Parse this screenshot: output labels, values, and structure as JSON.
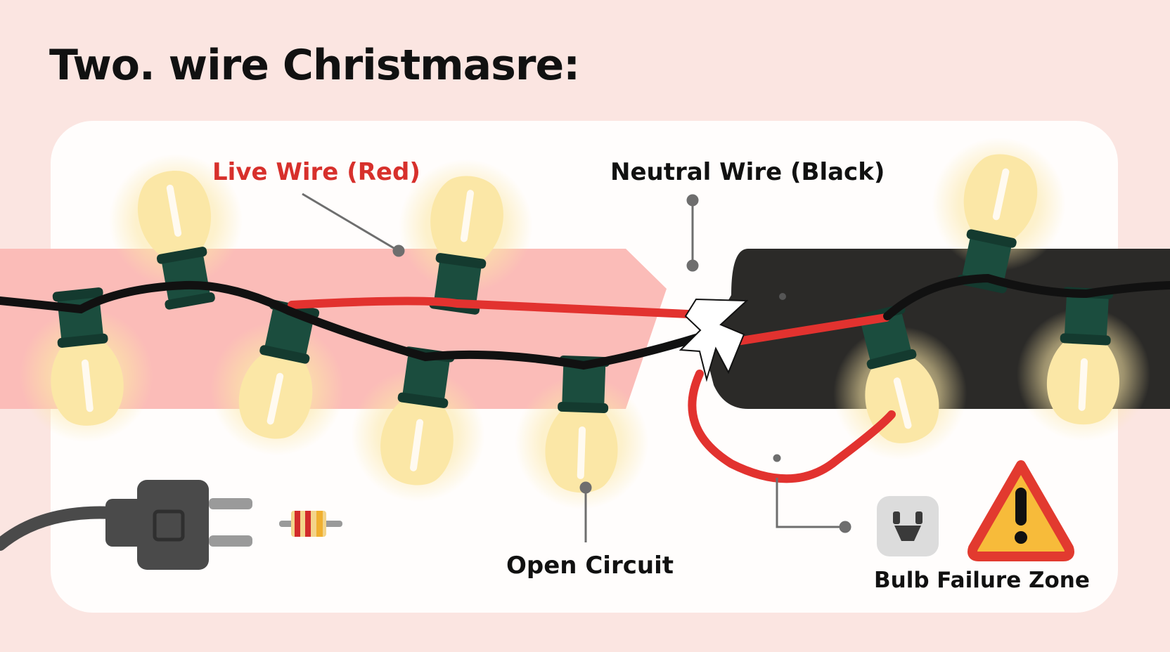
{
  "title": "Two. wire Christmasre:",
  "labels": {
    "live_wire": "Live Wire (Red)",
    "neutral_wire": "Neutral Wire (Black)",
    "open_circuit": "Open Circuit",
    "bulb_failure_zone": "Bulb Failure Zone"
  },
  "colors": {
    "background": "#fbe5e1",
    "panel": "#fffdfc",
    "live_band": "#fbbcb8",
    "neutral_band": "#2b2a28",
    "live_wire": "#e2322f",
    "neutral_wire": "#111111",
    "socket": "#1b4d3e",
    "bulb": "#fbe7a6",
    "warning_fill": "#f7bb3a",
    "warning_border": "#e23a2f"
  },
  "icons": [
    "plug-icon",
    "resistor-icon",
    "outlet-icon",
    "warning-icon",
    "break-spark-icon",
    "bulb-icon"
  ]
}
